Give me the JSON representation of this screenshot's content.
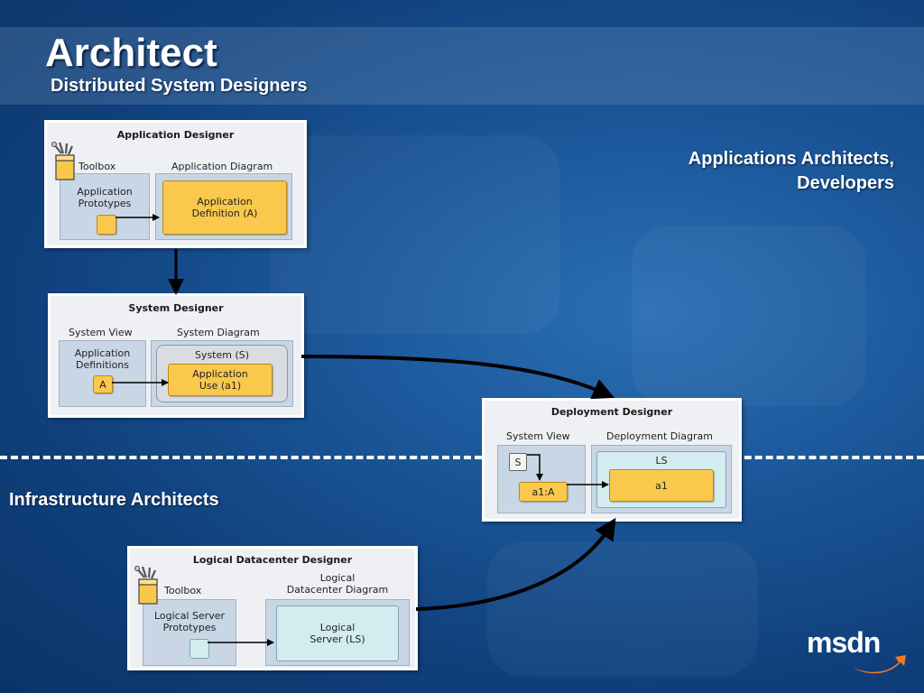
{
  "header": {
    "title": "Architect",
    "subtitle": "Distributed System Designers"
  },
  "roles": {
    "app_architects_line1": "Applications Architects,",
    "app_architects_line2": "Developers",
    "infrastructure": "Infrastructure Architects"
  },
  "application_designer": {
    "title": "Application Designer",
    "toolbox_label": "Toolbox",
    "diagram_label": "Application Diagram",
    "prototypes_line1": "Application",
    "prototypes_line2": "Prototypes",
    "definition_line1": "Application",
    "definition_line2": "Definition (A)"
  },
  "system_designer": {
    "title": "System Designer",
    "view_label": "System View",
    "diagram_label": "System Diagram",
    "definitions_line1": "Application",
    "definitions_line2": "Definitions",
    "item_a": "A",
    "system_label": "System (S)",
    "use_line1": "Application",
    "use_line2": "Use (a1)"
  },
  "deployment_designer": {
    "title": "Deployment Designer",
    "view_label": "System View",
    "diagram_label": "Deployment Diagram",
    "item_s": "S",
    "item_a1A": "a1:A",
    "ls_label": "LS",
    "item_a1": "a1"
  },
  "datacenter_designer": {
    "title": "Logical Datacenter Designer",
    "toolbox_label": "Toolbox",
    "diagram_line1": "Logical",
    "diagram_line2": "Datacenter Diagram",
    "prototypes_line1": "Logical Server",
    "prototypes_line2": "Prototypes",
    "server_line1": "Logical",
    "server_line2": "Server (LS)"
  },
  "logo": {
    "text": "msdn"
  },
  "colors": {
    "background": "#1b5699",
    "yellow_box": "#f9c84d",
    "cyan_box": "#d2ecef",
    "panel": "#eef0f3",
    "subpanel": "#c9d6e5",
    "logo_swoosh": "#f07a28"
  }
}
